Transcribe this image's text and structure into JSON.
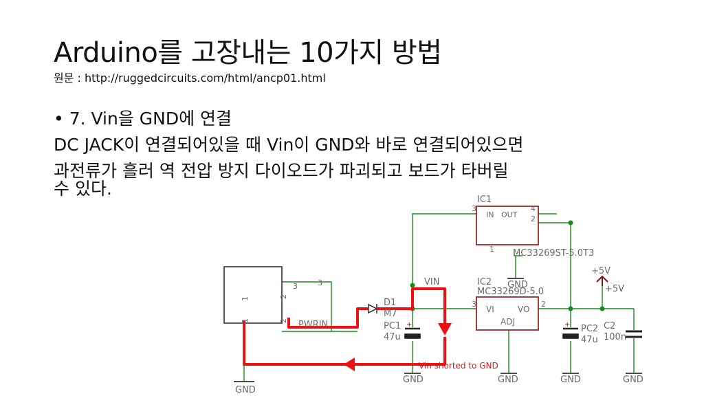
{
  "slide": {
    "title": "Arduino를 고장내는 10가지 방법",
    "source": "원문 : http://ruggedcircuits.com/html/ancp01.html",
    "bullet": "• 7. Vin을 GND에 연결",
    "line1": "DC JACK이 연결되어있을 때 Vin이 GND와 바로 연결되어있으면",
    "line2": "과전류가 흘러 역 전압 방지 다이오드가 파괴되고 보드가 타버릴",
    "line3": "수 있다."
  },
  "schematic": {
    "ic1_label": "IC1",
    "ic1_in": "IN",
    "ic1_out": "OUT",
    "ic1_part": "MC33269ST-5.0T3",
    "ic2_label": "IC2",
    "ic2_part": "MC33269D-5.0",
    "ic2_vi": "VI",
    "ic2_vo": "VO",
    "ic2_adj": "ADJ",
    "d1_label": "D1",
    "d1_part": "M7",
    "pc1_label": "PC1",
    "pc1_value": "47u",
    "pc2_label": "PC2",
    "pc2_value": "47u",
    "c2_label": "C2",
    "c2_value": "100n",
    "vin_net": "VIN",
    "pwrin_net": "PWRIN",
    "plus5v": "+5V",
    "plus5v_b": "+5V",
    "gnd": "GND",
    "shorted_note": "Vin shorted to GND",
    "pin_1": "1",
    "pin_2": "2",
    "pin_3": "3",
    "pin_4": "4",
    "plus_sign": "+"
  },
  "colors": {
    "wire": "#1a8a1a",
    "part": "#8a1010",
    "label": "#6a6a6a",
    "highlight": "#ee1111"
  }
}
